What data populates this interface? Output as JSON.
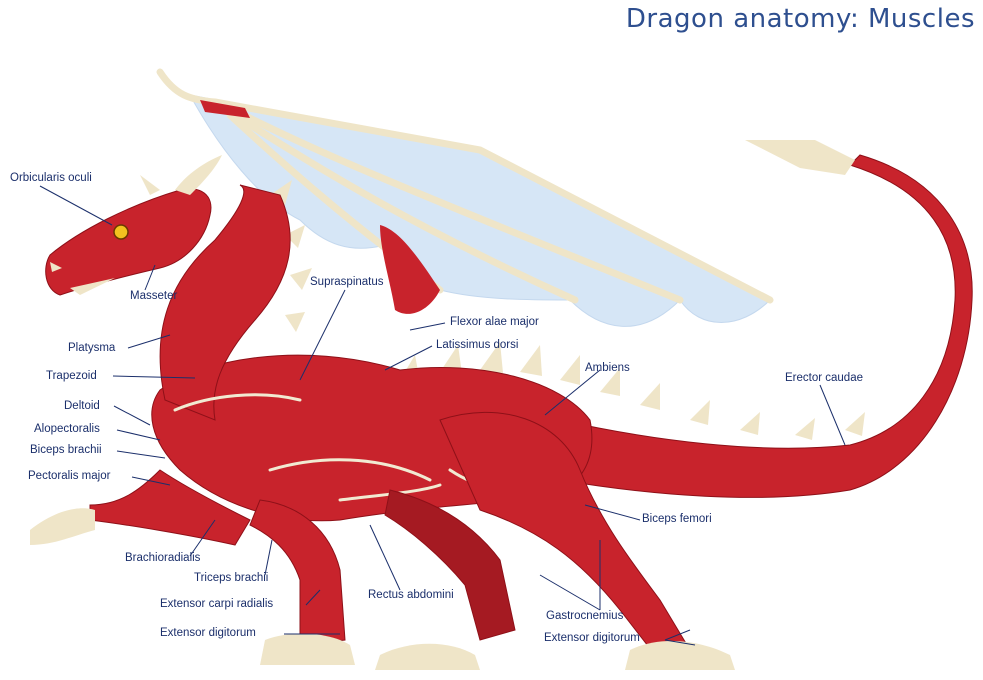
{
  "title": "Dragon anatomy: Muscles",
  "colors": {
    "muscle": "#c8232c",
    "muscle_dark": "#8e1018",
    "tendon": "#f1ead2",
    "membrane": "#d6e6f6",
    "label": "#1b2f6b",
    "title": "#2e4f8f"
  },
  "labels": {
    "orbicularis_oculi": "Orbicularis oculi",
    "masseter": "Masseter",
    "platysma": "Platysma",
    "trapezoid": "Trapezoid",
    "deltoid": "Deltoid",
    "alopectoralis": "Alopectoralis",
    "biceps_brachii": "Biceps brachii",
    "pectoralis_major": "Pectoralis major",
    "brachioradialis": "Brachioradialis",
    "triceps_brachii": "Triceps brachii",
    "extensor_carpi_radialis": "Extensor carpi radialis",
    "extensor_digitorum_front": "Extensor digitorum",
    "supraspinatus": "Supraspinatus",
    "flexor_alae_major": "Flexor alae major",
    "latissimus_dorsi": "Latissimus dorsi",
    "ambiens": "Ambiens",
    "erector_caudae": "Erector caudae",
    "biceps_femori": "Biceps femori",
    "rectus_abdomini": "Rectus abdomini",
    "gastrocnemius": "Gastrocnemius",
    "extensor_digitorum_hind": "Extensor digitorum"
  }
}
